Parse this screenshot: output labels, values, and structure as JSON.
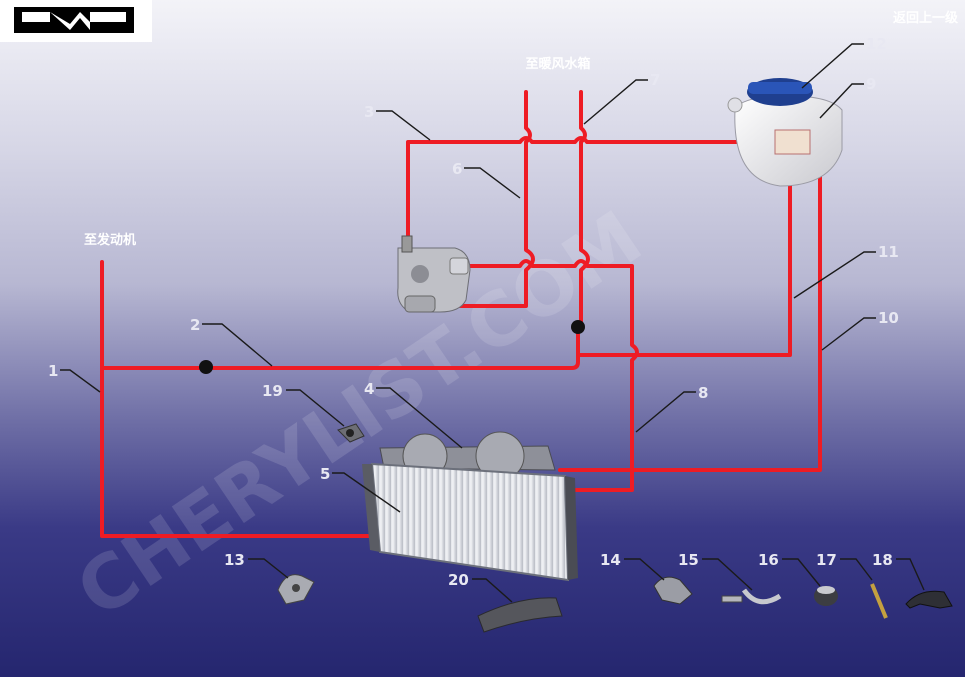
{
  "header": {
    "logo_text": "CHERY",
    "back_link": "返回上一级"
  },
  "annotations": {
    "to_heater": "至暖风水箱",
    "to_engine": "至发动机"
  },
  "watermark": "CHERYLIST.COM",
  "colors": {
    "hose": "#ee1c24",
    "cap_blue": "#1f3f8f",
    "background_top": "#f3f3f8",
    "background_bottom": "#25266f"
  },
  "callouts": [
    "1",
    "2",
    "3",
    "4",
    "5",
    "6",
    "7",
    "8",
    "9",
    "10",
    "11",
    "12",
    "13",
    "14",
    "15",
    "16",
    "17",
    "18",
    "19",
    "20"
  ]
}
